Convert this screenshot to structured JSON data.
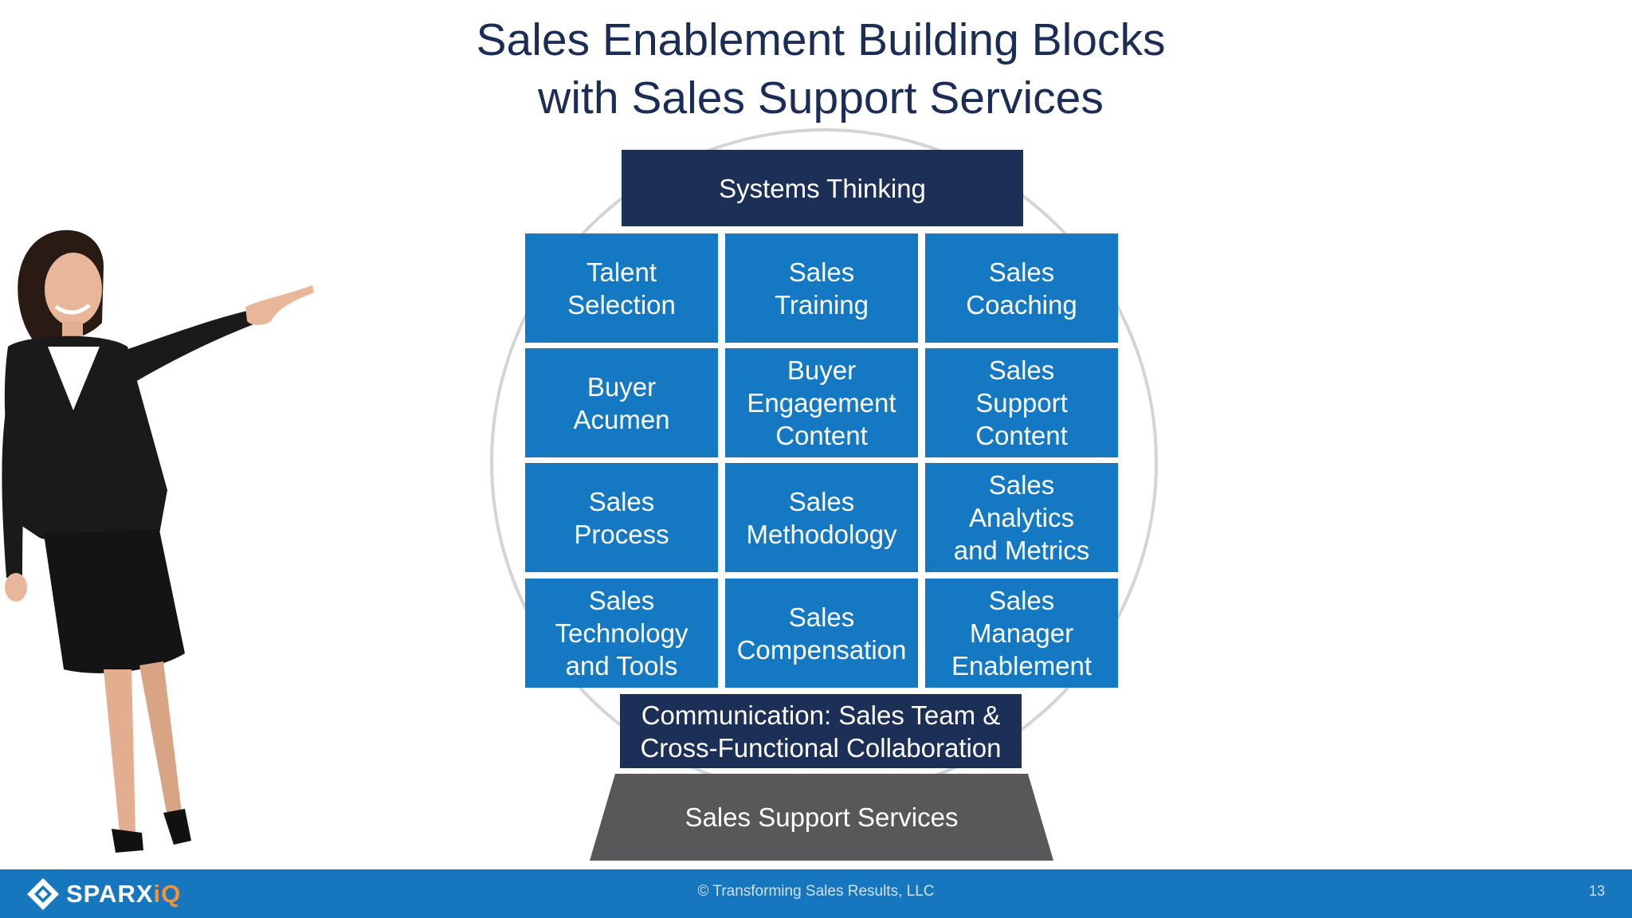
{
  "title_line1": "Sales Enablement Building Blocks",
  "title_line2": "with Sales Support Services",
  "top_block": "Systems Thinking",
  "grid": [
    [
      "Talent\nSelection",
      "Sales\nTraining",
      "Sales\nCoaching"
    ],
    [
      "Buyer\nAcumen",
      "Buyer\nEngagement\nContent",
      "Sales\nSupport\nContent"
    ],
    [
      "Sales\nProcess",
      "Sales\nMethodology",
      "Sales\nAnalytics\nand Metrics"
    ],
    [
      "Sales\nTechnology\nand Tools",
      "Sales\nCompensation",
      "Sales\nManager\nEnablement"
    ]
  ],
  "bottom_block": "Communication: Sales Team &\nCross-Functional Collaboration",
  "base_block": "Sales Support Services",
  "footer": {
    "logo_main": "SPARX",
    "logo_accent": "iQ",
    "copyright": "© Transforming Sales Results, LLC",
    "page_number": "13"
  },
  "colors": {
    "dark_navy": "#1c2f57",
    "block_blue": "#1479c2",
    "base_gray": "#58585a",
    "footer_blue": "#1677bf",
    "logo_orange": "#f0933a"
  }
}
